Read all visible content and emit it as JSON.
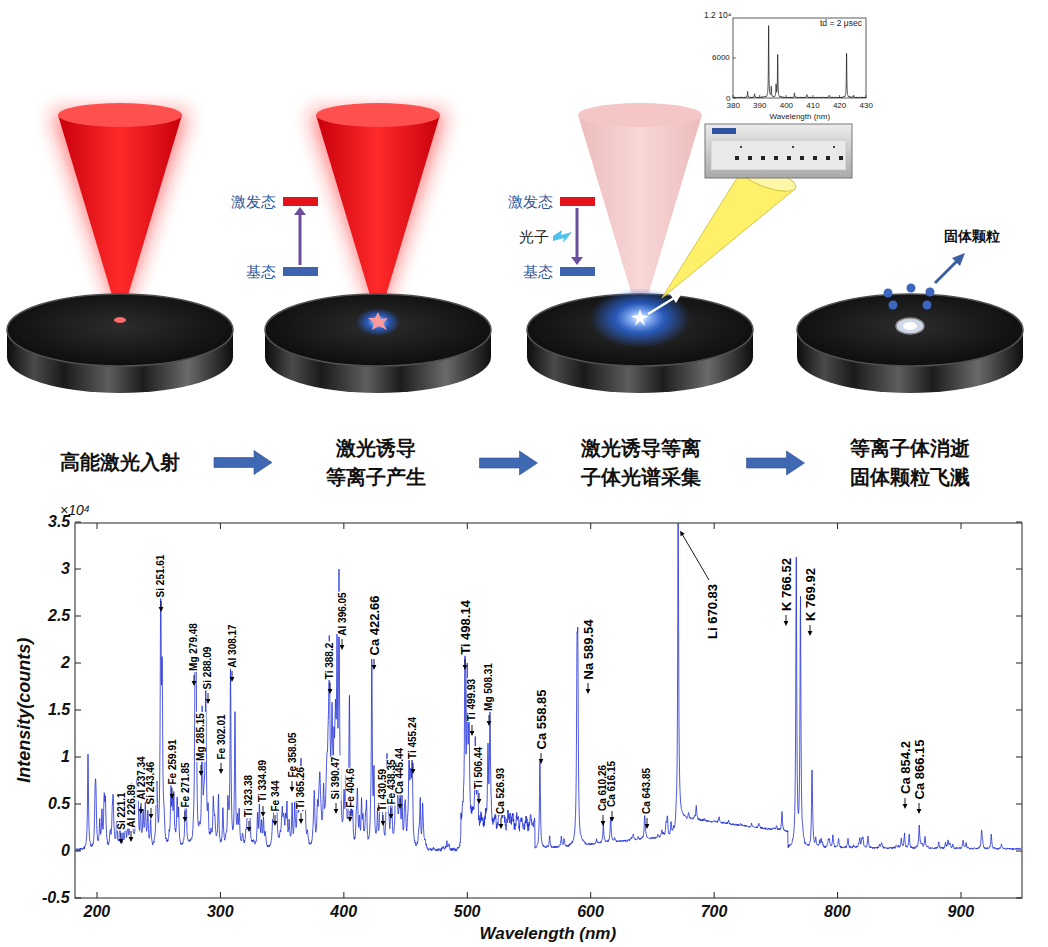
{
  "diagram": {
    "nodes": [
      {
        "text": [
          "高能激光入射"
        ]
      },
      {
        "text": [
          "激光诱导 等离子产生"
        ]
      },
      {
        "text": [
          "激光诱导等离 子体光谱采集"
        ]
      },
      {
        "text": [
          "等离子体消逝 固体颗粒飞溅"
        ]
      }
    ],
    "edges": [
      {
        "from": 0,
        "to": 1,
        "arrow": "to"
      },
      {
        "from": 1,
        "to": 2,
        "arrow": "to"
      },
      {
        "from": 2,
        "to": 3,
        "arrow": "to"
      }
    ],
    "labels": [
      "激发态",
      "基态",
      "激发态",
      "光子",
      "基态",
      "固体颗粒",
      "1.2 10⁴",
      "td = 2 μsec",
      "6000",
      "0",
      "380",
      "390",
      "400",
      "410",
      "420",
      "430",
      "Wavelength (nm)",
      "×10⁴",
      "3.5",
      "3",
      "2.5",
      "2",
      "1.5",
      "1",
      "0.5",
      "0",
      "-0.5",
      "200",
      "300",
      "400",
      "500",
      "600",
      "700",
      "800",
      "900",
      "Intensity(counts)",
      "Wavelength (nm)",
      "Si 221.1",
      "Al 226.89",
      "Al 237.34",
      "Si 243.46",
      "Si 251.61",
      "Fe 259.91",
      "Fe 271.85",
      "Mg 279.48",
      "Mg 285.15",
      "Si 288.09",
      "Fe 302.01",
      "Al 308.17",
      "Ti 323.38",
      "Ti 334.89",
      "Fe 344",
      "Fe 358.05",
      "Ti 365.26",
      "Ti 388.2",
      "Si 390.47",
      "Al 396.05",
      "Fe 404.6",
      "Ca 422.66",
      "Ti 430.59",
      "Fe 438.35",
      "Ca 445.44",
      "Ti 455.24",
      "Ti 498.14",
      "Ti 499.93",
      "Ti 506.44",
      "Mg 508.31",
      "Ca 526.93",
      "Ca 558.85",
      "Na 589.54",
      "Ca 610.26",
      "Ca 616.15",
      "Ca 643.85",
      "Li 670.83",
      "K 766.52",
      "K 769.92",
      "Ca 854.2",
      "Ca 866.15"
    ]
  }
}
